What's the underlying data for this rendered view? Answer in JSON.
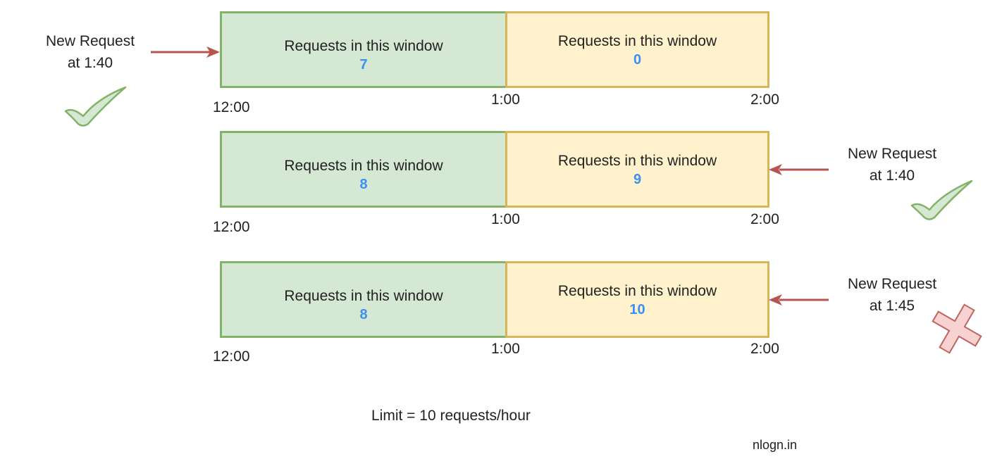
{
  "rows": [
    {
      "previous_window": {
        "label": "Requests in this window",
        "count": "7"
      },
      "current_window": {
        "label": "Requests in this window",
        "count": "0"
      },
      "times": {
        "start": "12:00",
        "mid": "1:00",
        "end": "2:00"
      },
      "request": {
        "line1": "New Request",
        "line2": "at 1:40",
        "side": "left",
        "outcome": "accepted"
      }
    },
    {
      "previous_window": {
        "label": "Requests in this window",
        "count": "8"
      },
      "current_window": {
        "label": "Requests in this window",
        "count": "9"
      },
      "times": {
        "start": "12:00",
        "mid": "1:00",
        "end": "2:00"
      },
      "request": {
        "line1": "New Request",
        "line2": "at 1:40",
        "side": "right",
        "outcome": "accepted"
      }
    },
    {
      "previous_window": {
        "label": "Requests in this window",
        "count": "8"
      },
      "current_window": {
        "label": "Requests in this window",
        "count": "10"
      },
      "times": {
        "start": "12:00",
        "mid": "1:00",
        "end": "2:00"
      },
      "request": {
        "line1": "New Request",
        "line2": "at 1:45",
        "side": "right",
        "outcome": "rejected"
      }
    }
  ],
  "limit_text": "Limit = 10 requests/hour",
  "watermark": "nlogn.in",
  "colors": {
    "previous_window_fill": "#d5e8d4",
    "previous_window_border": "#82b366",
    "current_window_fill": "#fff2cc",
    "current_window_border": "#d6b656",
    "count_text": "#3d8ff5",
    "arrow": "#b85450",
    "check_fill": "#d5e8d4",
    "check_stroke": "#82b366",
    "cross_fill": "#f8cecc",
    "cross_stroke": "#b85450"
  },
  "icons": {
    "accepted": "check-mark-icon",
    "rejected": "cross-mark-icon"
  }
}
